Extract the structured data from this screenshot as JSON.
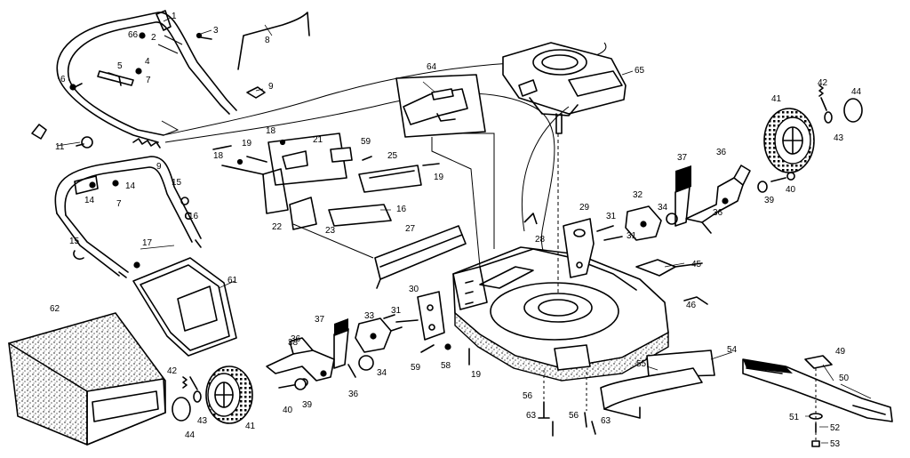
{
  "labels": {
    "l1": "1",
    "l2": "2",
    "l3": "3",
    "l4": "4",
    "l5": "5",
    "l6": "6",
    "l7a": "7",
    "l7b": "7",
    "l8": "8",
    "l9a": "9",
    "l9b": "9",
    "l11": "11",
    "l14a": "14",
    "l14b": "14",
    "l15a": "15",
    "l15b": "15",
    "l16": "16",
    "l17": "17",
    "l18a": "18",
    "l18b": "18",
    "l16b": "16",
    "l19a": "19",
    "l19b": "19",
    "l19c": "19",
    "l21": "21",
    "l22": "22",
    "l23": "23",
    "l25": "25",
    "l27": "27",
    "l28": "28",
    "l29": "29",
    "l30": "30",
    "l31a": "31",
    "l31b": "31",
    "l31c": "31",
    "l32": "32",
    "l33": "33",
    "l34a": "34",
    "l34b": "34",
    "l36a": "36",
    "l36b": "36",
    "l36c": "36",
    "l36d": "36",
    "l37a": "37",
    "l37b": "37",
    "l38": "38",
    "l39a": "39",
    "l39b": "39",
    "l40a": "40",
    "l40b": "40",
    "l41a": "41",
    "l41b": "41",
    "l42a": "42",
    "l42b": "42",
    "l43a": "43",
    "l43b": "43",
    "l44a": "44",
    "l44b": "44",
    "l45": "45",
    "l46": "46",
    "l49": "49",
    "l50": "50",
    "l51": "51",
    "l52": "52",
    "l53": "53",
    "l54": "54",
    "l55": "55",
    "l56a": "56",
    "l56b": "56",
    "l58": "58",
    "l59a": "59",
    "l59b": "59",
    "l61": "61",
    "l62": "62",
    "l63a": "63",
    "l63b": "63",
    "l64": "64",
    "l65": "65",
    "l66": "66"
  }
}
